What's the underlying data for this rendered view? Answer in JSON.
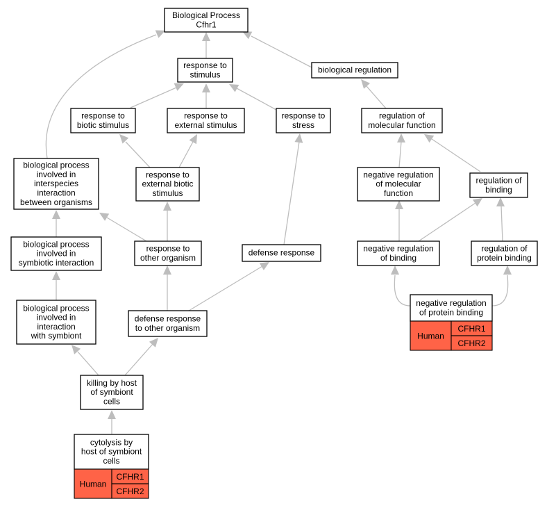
{
  "colors": {
    "edge": "#bdbdbd",
    "annotation_fill": "#ff6347",
    "node_fill": "#ffffff",
    "node_border": "#000000"
  },
  "nodes": {
    "bp_root": [
      "Biological Process",
      "Cfhr1"
    ],
    "response_to_stimulus": [
      "response to",
      "stimulus"
    ],
    "biological_regulation": [
      "biological regulation"
    ],
    "response_to_biotic_stimulus": [
      "response to",
      "biotic stimulus"
    ],
    "response_to_external_stimulus": [
      "response to",
      "external stimulus"
    ],
    "response_to_stress": [
      "response to",
      "stress"
    ],
    "regulation_of_molecular_function": [
      "regulation of",
      "molecular function"
    ],
    "interspecies_interaction": [
      "biological process",
      "involved in",
      "interspecies",
      "interaction",
      "between organisms"
    ],
    "response_to_external_biotic_stimulus": [
      "response to",
      "external biotic",
      "stimulus"
    ],
    "negative_regulation_of_molecular_function": [
      "negative regulation",
      "of molecular",
      "function"
    ],
    "regulation_of_binding": [
      "regulation of",
      "binding"
    ],
    "symbiotic_interaction": [
      "biological process",
      "involved in",
      "symbiotic interaction"
    ],
    "response_to_other_organism": [
      "response to",
      "other organism"
    ],
    "defense_response": [
      "defense response"
    ],
    "negative_regulation_of_binding": [
      "negative regulation",
      "of binding"
    ],
    "regulation_of_protein_binding": [
      "regulation of",
      "protein binding"
    ],
    "interaction_with_symbiont": [
      "biological process",
      "involved in",
      "interaction",
      "with symbiont"
    ],
    "defense_response_to_other_organism": [
      "defense response",
      "to other organism"
    ],
    "negative_regulation_of_protein_binding": [
      "negative regulation",
      "of protein binding"
    ],
    "killing_by_host": [
      "killing by host",
      "of symbiont",
      "cells"
    ],
    "cytolysis": [
      "cytolysis by",
      "host of symbiont",
      "cells"
    ]
  },
  "annotations": {
    "negative_regulation_of_protein_binding": {
      "species": "Human",
      "genes": [
        "CFHR1",
        "CFHR2"
      ]
    },
    "cytolysis": {
      "species": "Human",
      "genes": [
        "CFHR1",
        "CFHR2"
      ]
    }
  }
}
